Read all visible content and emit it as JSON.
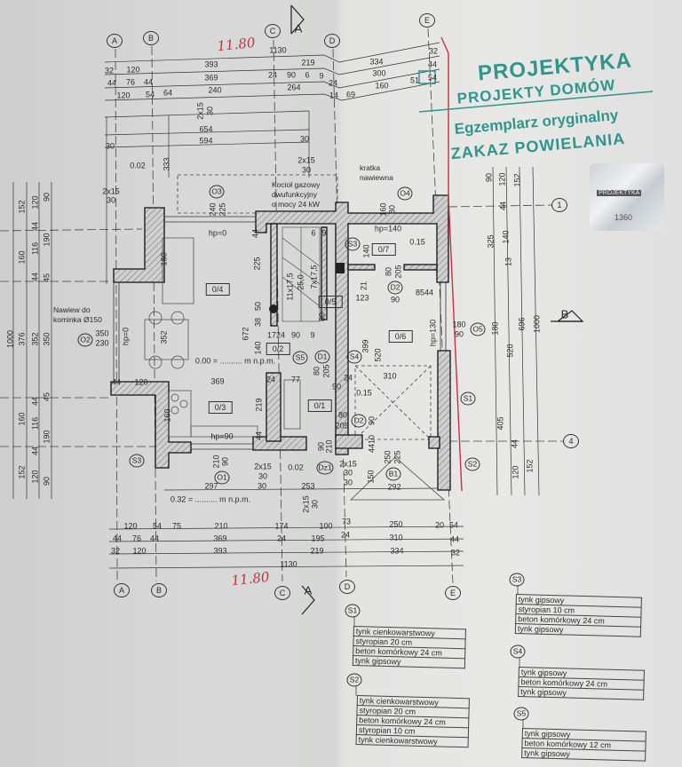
{
  "axes": {
    "A": "A",
    "B": "B",
    "C": "C",
    "D": "D",
    "E": "E",
    "row1": "1",
    "row4": "4"
  },
  "sections": {
    "a_top": "A",
    "a_bottom": "A",
    "b": "B"
  },
  "red_notes": {
    "top": "11.80",
    "bottom": "11.80"
  },
  "dims_top": {
    "total": "1130",
    "r2": [
      "32",
      "120",
      "393",
      "219",
      "334",
      "32"
    ],
    "r3": [
      "44",
      "76",
      "44",
      "369",
      "24",
      "90",
      "6",
      "9",
      "24",
      "300",
      "44"
    ],
    "r4": [
      "120",
      "54",
      "64",
      "240",
      "264",
      "14",
      "69",
      "160",
      "51",
      "54"
    ]
  },
  "dims_bottom": {
    "total": "1130",
    "r1": [
      "120",
      "54",
      "75",
      "210",
      "174",
      "100",
      "73",
      "250",
      "20",
      "54"
    ],
    "r2": [
      "44",
      "76",
      "44",
      "369",
      "24",
      "195",
      "24",
      "310",
      "44"
    ],
    "r3": [
      "32",
      "120",
      "393",
      "219",
      "334",
      "32"
    ]
  },
  "dims_left": {
    "total": "1000",
    "c1": [
      "152",
      "160",
      "376",
      "160",
      "152"
    ],
    "c2": [
      "120",
      "44",
      "116",
      "44",
      "352",
      "44",
      "116",
      "44",
      "120"
    ],
    "c3": [
      "90",
      "190",
      "45",
      "350",
      "45",
      "190",
      "90"
    ]
  },
  "dims_right": {
    "total": "1000",
    "c1": [
      "90",
      "325",
      "180",
      "405"
    ],
    "c2": [
      "120",
      "44",
      "140",
      "13",
      "520",
      "44",
      "120"
    ],
    "c3": [
      "152",
      "696",
      "152"
    ]
  },
  "dims_misc": [
    "2x15",
    "30",
    "654",
    "594",
    "30",
    "30",
    "333",
    "2x15",
    "30",
    "240",
    "225",
    "160",
    "80",
    "225",
    "160",
    "11x17,5",
    "25,0",
    "7x17,5",
    "140",
    "80",
    "205",
    "21",
    "123",
    "90",
    "8544",
    "6",
    "9",
    "44",
    "50",
    "38",
    "80",
    "2x15",
    "30",
    "350",
    "230",
    "352",
    "672",
    "140",
    "1724",
    "90",
    "9",
    "399",
    "520",
    "180",
    "90",
    "80",
    "205",
    "44",
    "120",
    "369",
    "24",
    "77",
    "90",
    "24",
    "310",
    "219",
    "160",
    "80",
    "205",
    "90",
    "44",
    "4410",
    "90",
    "210",
    "210",
    "90",
    "2x15",
    "30",
    "2x15",
    "30",
    "30",
    "250",
    "225",
    "150",
    "292",
    "297",
    "30",
    "253",
    "2x15",
    "30"
  ],
  "levels": [
    "0.02",
    "0.15",
    "0.00 = .......... m n.p.m.",
    "0.15",
    "0.02",
    "0.32 = .......... m n.p.m."
  ],
  "heights": [
    "hp=0",
    "hp=140",
    "hp=0",
    "hp=130",
    "hp=90"
  ],
  "rooms": [
    "0/1",
    "0/2",
    "0/3",
    "0/4",
    "0/5",
    "0/6",
    "0/7"
  ],
  "openings": [
    "O1",
    "O2",
    "O3",
    "O4",
    "O5",
    "D1",
    "D2",
    "D2",
    "Dz1",
    "B1"
  ],
  "wall_markers": [
    "S1",
    "S2",
    "S3",
    "S3",
    "S4",
    "S5"
  ],
  "notes": {
    "boiler": [
      "Kocioł gazowy",
      "dwufunkcyjny",
      "o mocy 24 kW"
    ],
    "vent_grille": [
      "kratka",
      "nawiewna"
    ],
    "fireplace": [
      "Nawiew do",
      "kominka Ø150"
    ]
  },
  "stamp": {
    "brand": "PROJEKTYKA",
    "sub": "PROJEKTY DOMÓW",
    "original": "Egzemplarz oryginalny",
    "no_copy": "ZAKAZ POWIELANIA",
    "hologram_brand": "PROJEKTYKA",
    "hologram_number": "1360"
  },
  "legend": [
    {
      "tag": "S1",
      "layers": [
        "tynk cienkowarstwowy",
        "styropian 20 cm",
        "beton komórkowy 24 cm",
        "tynk gipsowy"
      ]
    },
    {
      "tag": "S2",
      "layers": [
        "tynk cienkowarstwowy",
        "styropian 20 cm",
        "beton komórkowy 24 cm",
        "styropian 10 cm",
        "tynk cienkowarstwowy"
      ]
    },
    {
      "tag": "S3",
      "layers": [
        "tynk gipsowy",
        "styropian 10 cm",
        "beton komórkowy 24 cm",
        "tynk gipsowy"
      ]
    },
    {
      "tag": "S4",
      "layers": [
        "tynk gipsowy",
        "beton komórkowy 24 cm",
        "tynk gipsowy"
      ]
    },
    {
      "tag": "S5",
      "layers": [
        "tynk gipsowy",
        "beton komórkowy 12 cm",
        "tynk gipsowy"
      ]
    }
  ],
  "colors": {
    "ink": "#2b2b2b",
    "stamp": "#2f968b",
    "red": "#c8303c",
    "paper": "#dcdcdb"
  }
}
